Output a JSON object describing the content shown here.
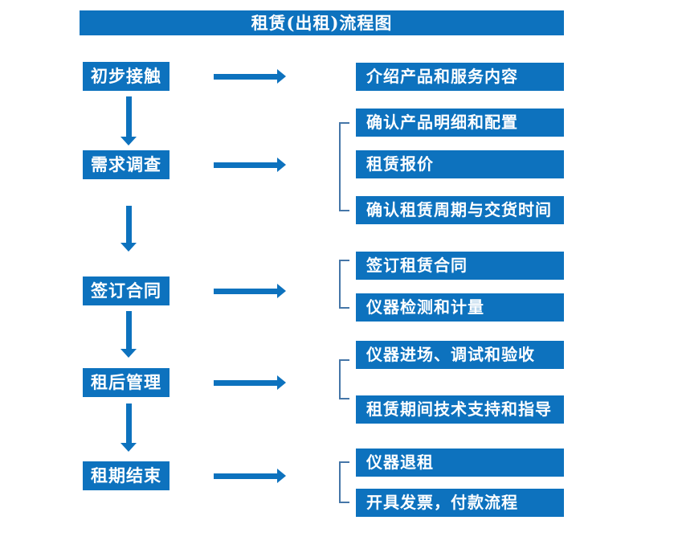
{
  "title": "租赁(出租)流程图",
  "flow": {
    "steps": [
      {
        "label": "初步接触",
        "outputs": [
          "介绍产品和服务内容"
        ]
      },
      {
        "label": "需求调查",
        "outputs": [
          "确认产品明细和配置",
          "租赁报价",
          "确认租赁周期与交货时间"
        ]
      },
      {
        "label": "签订合同",
        "outputs": [
          "签订租赁合同",
          "仪器检测和计量"
        ]
      },
      {
        "label": "租后管理",
        "outputs": [
          "仪器进场、调试和验收",
          "租赁期间技术支持和指导"
        ]
      },
      {
        "label": "租期结束",
        "outputs": [
          "仪器退租",
          "开具发票，付款流程"
        ]
      }
    ]
  },
  "colors": {
    "box_blue": "#0D72BE",
    "bracket_blue": "#4576A8",
    "text": "#FFFFFF",
    "background": "#FFFFFF"
  }
}
